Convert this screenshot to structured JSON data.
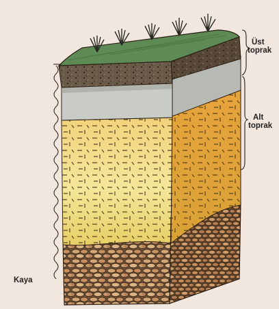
{
  "labels": {
    "topsoil_line1": "Üst",
    "topsoil_line2": "toprak",
    "subsoil_line1": "Alt",
    "subsoil_line2": "toprak",
    "bedrock": "Kaya"
  },
  "colors": {
    "background": "#f1e7df",
    "grass": "#5d8a55",
    "humus": "#6a5a48",
    "leached_layer": "#c9ccc6",
    "subsoil_front": "#efd172",
    "subsoil_side": "#e4a93a",
    "bedrock_stones": "#c99868",
    "text": "#222222"
  }
}
